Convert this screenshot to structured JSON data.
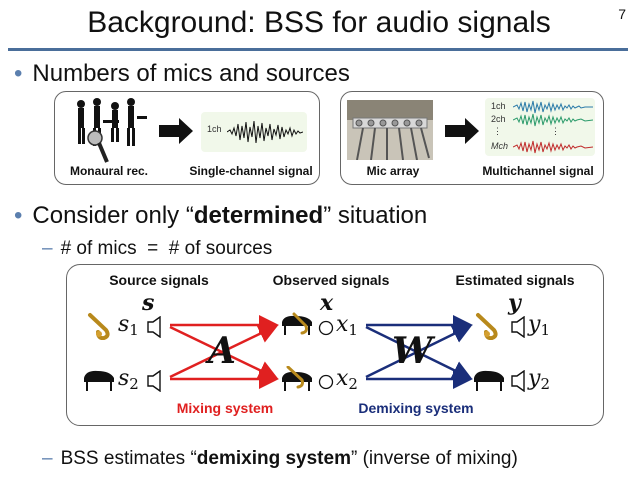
{
  "slide": {
    "title": "Background: BSS for audio signals",
    "page_number": "7"
  },
  "bullets": {
    "b1": "Numbers of mics and sources",
    "b2_pre": "Consider only “",
    "b2_bold": "determined",
    "b2_post": "” situation",
    "sub1": "# of mics  =  # of sources",
    "sub2_pre": "BSS estimates “",
    "sub2_bold": "demixing system",
    "sub2_post": "” (inverse of mixing)"
  },
  "top_panel": {
    "left": {
      "caption_left": "Monaural rec.",
      "caption_right": "Single-channel signal",
      "wave_label": "1ch"
    },
    "right": {
      "caption_left": "Mic array",
      "caption_right": "Multichannel signal",
      "wave_labels": [
        "1ch",
        "2ch",
        "⋮",
        "Mch"
      ],
      "wave_colors": [
        "#2a7aa8",
        "#2a9a6a",
        "#c02a2a"
      ]
    }
  },
  "system": {
    "headers": {
      "source": "Source signals",
      "observed": "Observed signals",
      "estimated": "Estimated signals"
    },
    "symbols": {
      "s": "s",
      "x": "x",
      "y": "y",
      "A": "A",
      "W": "W"
    },
    "vars": {
      "s1": "s",
      "s1_sub": "1",
      "s2": "s",
      "s2_sub": "2",
      "x1": "x",
      "x1_sub": "1",
      "x2": "x",
      "x2_sub": "2",
      "y1": "y",
      "y1_sub": "1",
      "y2": "y",
      "y2_sub": "2"
    },
    "labels": {
      "mixing": "Mixing system",
      "demixing": "Demixing system"
    },
    "colors": {
      "mixing": "#e02020",
      "demixing": "#1a2e7a",
      "accent": "#5b7fae"
    }
  }
}
